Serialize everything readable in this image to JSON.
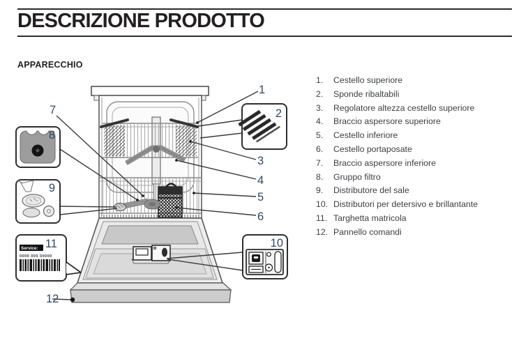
{
  "page": {
    "title": "DESCRIZIONE PRODOTTO",
    "section_heading": "APPARECCHIO"
  },
  "parts_list": {
    "items": [
      {
        "num": "1.",
        "label": "Cestello superiore"
      },
      {
        "num": "2.",
        "label": "Sponde ribaltabili"
      },
      {
        "num": "3.",
        "label": "Regolatore altezza cestello superiore"
      },
      {
        "num": "4.",
        "label": "Braccio aspersore superiore"
      },
      {
        "num": "5.",
        "label": "Cestello inferiore"
      },
      {
        "num": "6.",
        "label": "Cestello portaposate"
      },
      {
        "num": "7.",
        "label": "Braccio aspersore inferiore"
      },
      {
        "num": "8.",
        "label": "Gruppo filtro"
      },
      {
        "num": "9.",
        "label": "Distributore del sale"
      },
      {
        "num": "10.",
        "label": "Distributori per detersivo e brillantante"
      },
      {
        "num": "11.",
        "label": "Targhetta matricola"
      },
      {
        "num": "12.",
        "label": "Pannello comandi"
      }
    ]
  },
  "diagram": {
    "callout_numbers": [
      "1",
      "2",
      "3",
      "4",
      "5",
      "6",
      "7",
      "8",
      "9",
      "10",
      "11",
      "12"
    ],
    "service_plate": {
      "title": "Service:",
      "code": "0000 000 00000"
    },
    "accent_color": "#2e4a68",
    "line_color": "#3a3a3a",
    "icons": [
      "tip-up-shelves-icon",
      "filter-group-icon",
      "salt-dispenser-icon",
      "detergent-dispenser-icon",
      "service-barcode-icon"
    ]
  }
}
